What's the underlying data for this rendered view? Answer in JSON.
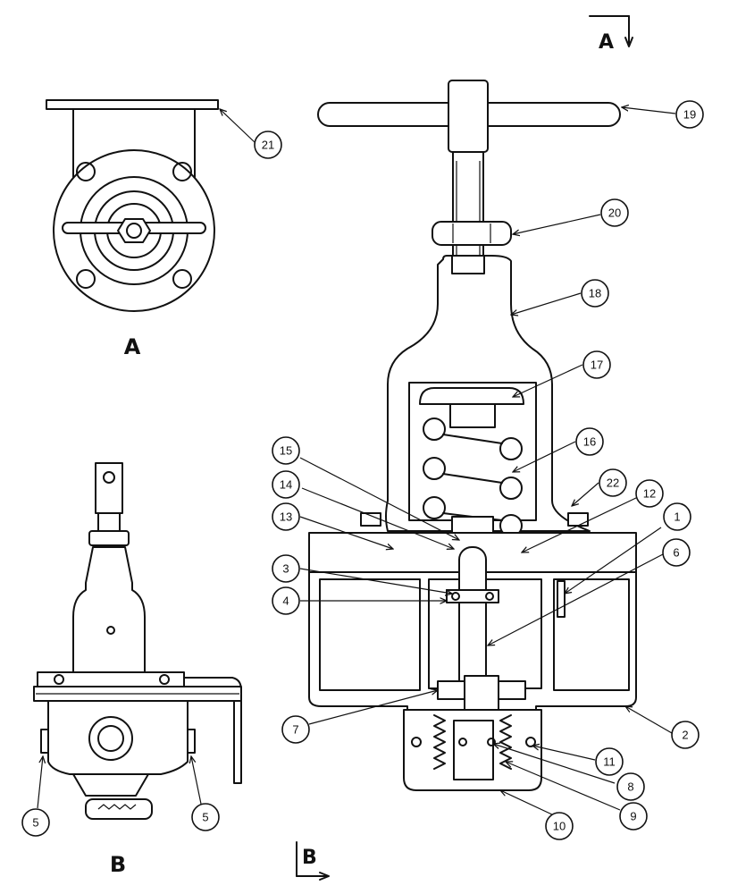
{
  "views": {
    "a_label": "A",
    "b_label": "B",
    "section_a": "A",
    "section_b": "B"
  },
  "callouts": [
    "1",
    "2",
    "3",
    "4",
    "5",
    "6",
    "7",
    "8",
    "9",
    "10",
    "11",
    "12",
    "13",
    "14",
    "15",
    "16",
    "17",
    "18",
    "19",
    "20",
    "21",
    "22"
  ]
}
